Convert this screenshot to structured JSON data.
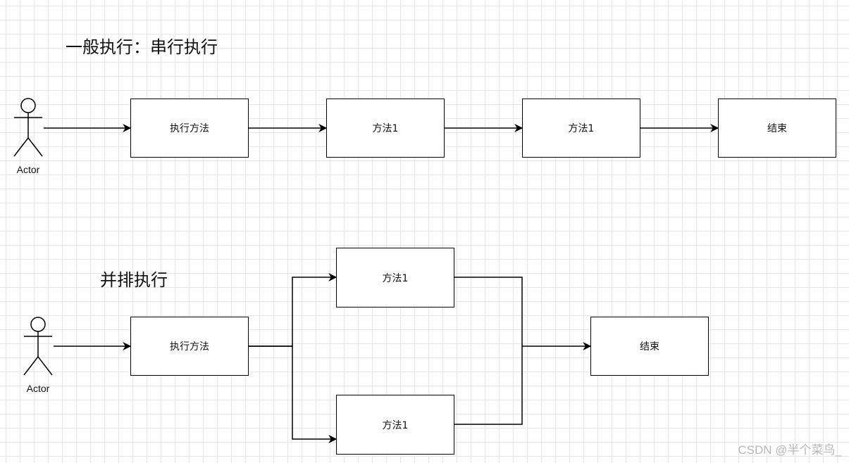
{
  "serial": {
    "title": "一般执行：串行执行",
    "actor_label": "Actor",
    "nodes": [
      "执行方法",
      "方法1",
      "方法1",
      "结束"
    ]
  },
  "parallel": {
    "title": "并排执行",
    "actor_label": "Actor",
    "start_node": "执行方法",
    "branch_top": "方法1",
    "branch_bottom": "方法1",
    "end_node": "结束"
  },
  "watermark": "CSDN @半个菜鸟_"
}
